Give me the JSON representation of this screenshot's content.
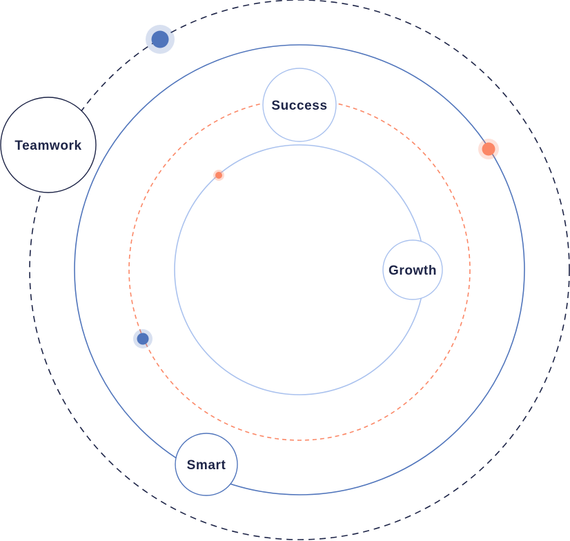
{
  "nodes": {
    "teamwork": "Teamwork",
    "success": "Success",
    "growth": "Growth",
    "smart": "Smart"
  },
  "colors": {
    "background": "#ffffff",
    "navy": "#1c2346",
    "blue": "#4f74bb",
    "light_blue": "#a9c1ee",
    "orange": "#fb8766",
    "label_text": "#1d2447"
  }
}
